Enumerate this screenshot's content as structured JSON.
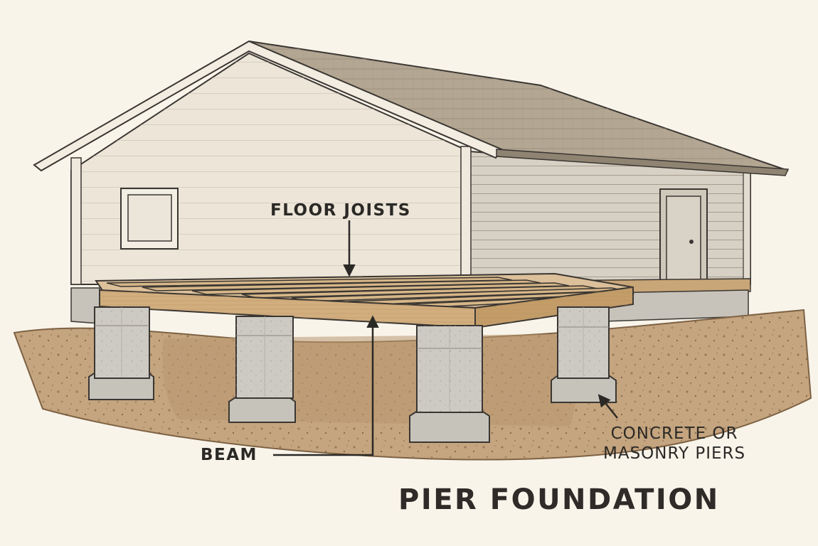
{
  "diagram": {
    "title": "PIER FOUNDATION",
    "labels": {
      "floor_joists": "FLOOR JOISTS",
      "beam": "BEAM",
      "piers_line1": "CONCRETE OR",
      "piers_line2": "MASONRY PIERS"
    }
  },
  "palette": {
    "background": "#f9f4ea",
    "roof": "#b3a692",
    "siding": "#d7d0c4",
    "gable_wall": "#ece5d8",
    "wood": "#d2ae7e",
    "concrete": "#cdcac3",
    "soil": "#c5a57f",
    "ink": "#2b2926"
  }
}
